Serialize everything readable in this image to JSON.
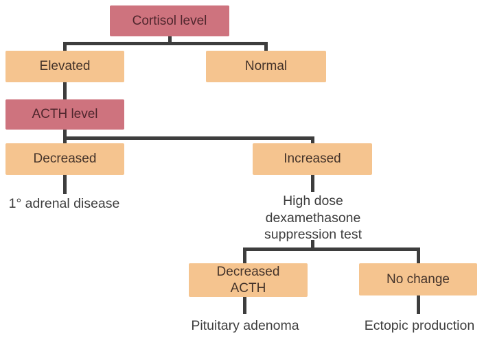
{
  "title": "Cortisol level diagnostic flowchart",
  "colors": {
    "background": "#ffffff",
    "pink": "#ce737e",
    "orange": "#f5c48f",
    "line": "#3d3d3d",
    "pink_text": "#4f262d",
    "orange_text": "#44332a",
    "plain_text": "#3d3d3d"
  },
  "nodes": {
    "cortisol": {
      "label": "Cortisol level",
      "type": "decision",
      "color": "pink"
    },
    "elevated": {
      "label": "Elevated",
      "type": "result",
      "color": "orange"
    },
    "normal": {
      "label": "Normal",
      "type": "result",
      "color": "orange"
    },
    "acth": {
      "label": "ACTH level",
      "type": "decision",
      "color": "pink"
    },
    "decreased": {
      "label": "Decreased",
      "type": "result",
      "color": "orange"
    },
    "increased": {
      "label": "Increased",
      "type": "result",
      "color": "orange"
    },
    "adrenal": {
      "label": "1° adrenal disease",
      "type": "outcome-text"
    },
    "hddst": {
      "label": "High dose\ndexamethasone\nsuppression test",
      "type": "step-text"
    },
    "decreased_acth": {
      "label": "Decreased\nACTH",
      "type": "result",
      "color": "orange"
    },
    "no_change": {
      "label": "No change",
      "type": "result",
      "color": "orange"
    },
    "pituitary": {
      "label": "Pituitary adenoma",
      "type": "outcome-text"
    },
    "ectopic": {
      "label": "Ectopic production",
      "type": "outcome-text"
    }
  },
  "edges": [
    {
      "from": "cortisol",
      "to": "elevated"
    },
    {
      "from": "cortisol",
      "to": "normal"
    },
    {
      "from": "elevated",
      "to": "acth"
    },
    {
      "from": "acth",
      "to": "decreased"
    },
    {
      "from": "acth",
      "to": "increased"
    },
    {
      "from": "decreased",
      "to": "adrenal"
    },
    {
      "from": "increased",
      "to": "hddst"
    },
    {
      "from": "hddst",
      "to": "decreased_acth"
    },
    {
      "from": "hddst",
      "to": "no_change"
    },
    {
      "from": "decreased_acth",
      "to": "pituitary"
    },
    {
      "from": "no_change",
      "to": "ectopic"
    }
  ]
}
